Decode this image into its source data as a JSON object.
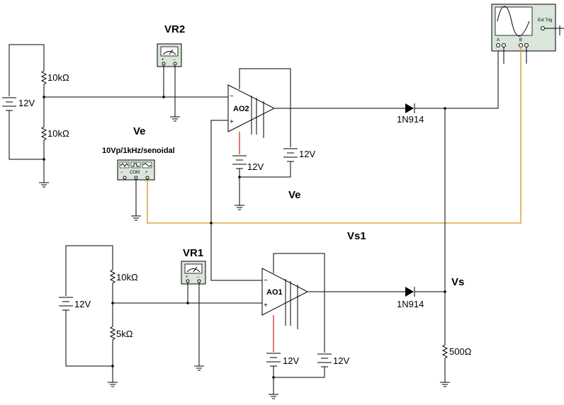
{
  "labels": {
    "vr2": "VR2",
    "vr1": "VR1",
    "ve_top": "Ve",
    "ve_bottom": "Ve",
    "vs1": "Vs1",
    "vs": "Vs",
    "source_spec": "10Vp/1kHz/senoidal",
    "ao2": "AO2",
    "ao1": "AO1",
    "diode_top": "1N914",
    "diode_bottom": "1N914",
    "r_top_1": "10kΩ",
    "r_top_2": "10kΩ",
    "r_bot_1": "10kΩ",
    "r_bot_2": "5kΩ",
    "r_load": "500Ω",
    "bat_top_left": "12V",
    "bat_ao2_left": "12V",
    "bat_ao2_right": "12V",
    "bat_bot_left": "12V",
    "bat_ao1_left": "12V",
    "bat_ao1_right": "12V",
    "osc_ext_trig": "Ext Trig",
    "osc_ch_a": "A",
    "osc_ch_b": "B",
    "gen_com": "COM",
    "plus": "+",
    "minus": "−"
  },
  "colors": {
    "wire": "#000000",
    "probe_wire": "#d4941e",
    "supply_wire": "#d02010",
    "instrument_fill": "#d9e6d9"
  },
  "icons": {
    "voltmeter": "voltmeter-icon",
    "oscilloscope": "oscilloscope-icon",
    "function_generator": "function-generator-icon"
  }
}
